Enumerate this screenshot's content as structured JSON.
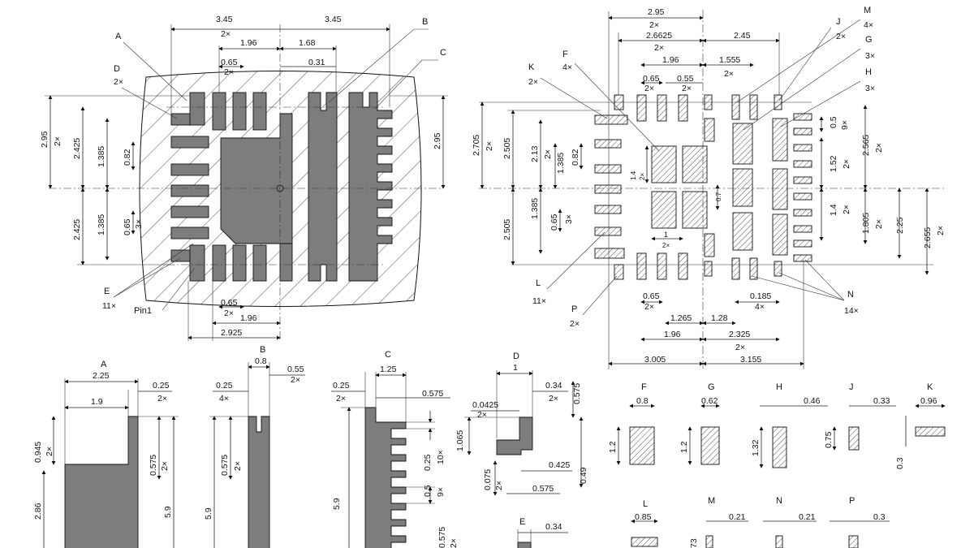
{
  "land_pattern": {
    "letters": [
      "A",
      "B",
      "C",
      "D",
      "E"
    ],
    "pin1": "Pin1",
    "top": [
      "3.45",
      "2×",
      "3.45",
      "1.96",
      "1.68",
      "0.65",
      "2×",
      "0.31"
    ],
    "left": [
      "2.95",
      "2×",
      "2.425",
      "1.385",
      "0.82",
      "1.385",
      "2.425",
      "0.65",
      "3×"
    ],
    "right": [
      "2.95"
    ],
    "bottom": [
      "0.65",
      "2×",
      "1.96",
      "2.925"
    ],
    "counts": {
      "D": "2×",
      "E": "11×"
    }
  },
  "stencil": {
    "letters": [
      "F",
      "K",
      "J",
      "M",
      "G",
      "H",
      "L",
      "P",
      "N"
    ],
    "counts": {
      "F": "4×",
      "K": "2×",
      "M": "4×",
      "J": "2×",
      "G": "3×",
      "H": "3×",
      "L": "11×",
      "P": "2×",
      "N": "14×"
    },
    "top": [
      "2.95",
      "2×",
      "2.6625",
      "2×",
      "2.45",
      "1.96",
      "1.555",
      "2×",
      "0.65",
      "2×",
      "0.55",
      "2×"
    ],
    "left": [
      "2.705",
      "2×",
      "2.505",
      "2.13",
      "2×",
      "1.385",
      "0.82",
      "2.505",
      "1.385",
      "0.65",
      "3×",
      "1.4",
      "2×",
      "0.7"
    ],
    "mid": [
      "1",
      "2×"
    ],
    "right": [
      "0.5",
      "9×",
      "1.52",
      "2×",
      "2.565",
      "2×",
      "1.4",
      "2×",
      "1.805",
      "2×",
      "2.25",
      "2.655",
      "2×"
    ],
    "bottom": [
      "0.65",
      "2×",
      "0.185",
      "4×",
      "1.265",
      "1.28",
      "1.96",
      "2.325",
      "2×",
      "3.005",
      "3.155"
    ]
  },
  "details": {
    "A": {
      "title": "A",
      "d": [
        "2.25",
        "0.25",
        "1.9",
        "2×",
        "0.945",
        "2×",
        "0.575",
        "2×",
        "2.86",
        "5.9"
      ]
    },
    "B": {
      "title": "B",
      "d": [
        "0.8",
        "0.55",
        "2×",
        "0.25",
        "4×",
        "0.575",
        "2×",
        "5.9"
      ]
    },
    "C": {
      "title": "C",
      "d": [
        "0.25",
        "1.25",
        "2×",
        "0.575",
        "5.9",
        "0.25",
        "10×",
        "0.5",
        "9×",
        "0.575",
        "2×"
      ]
    },
    "D": {
      "title": "D",
      "d": [
        "1",
        "0.34",
        "2×",
        "0.575",
        "0.0425",
        "2×",
        "1.065",
        "0.425",
        "0.075",
        "2×",
        "0.575",
        "0.49"
      ]
    },
    "E": {
      "title": "E",
      "d": [
        "0.34"
      ]
    }
  },
  "pads": {
    "F": {
      "title": "F",
      "w": "0.8",
      "h": "1.2"
    },
    "G": {
      "title": "G",
      "w": "0.62",
      "h": "1.2"
    },
    "H": {
      "title": "H",
      "w": "0.46",
      "h": "1.32"
    },
    "J": {
      "title": "J",
      "w": "0.33",
      "h": "0.75"
    },
    "K": {
      "title": "K",
      "w": "0.96",
      "h": "0.3"
    },
    "L": {
      "title": "L",
      "w": "0.85"
    },
    "M": {
      "title": "M",
      "w": "0.21",
      "h": "73"
    },
    "N": {
      "title": "N",
      "w": "0.21"
    },
    "P": {
      "title": "P",
      "w": "0.3"
    }
  }
}
